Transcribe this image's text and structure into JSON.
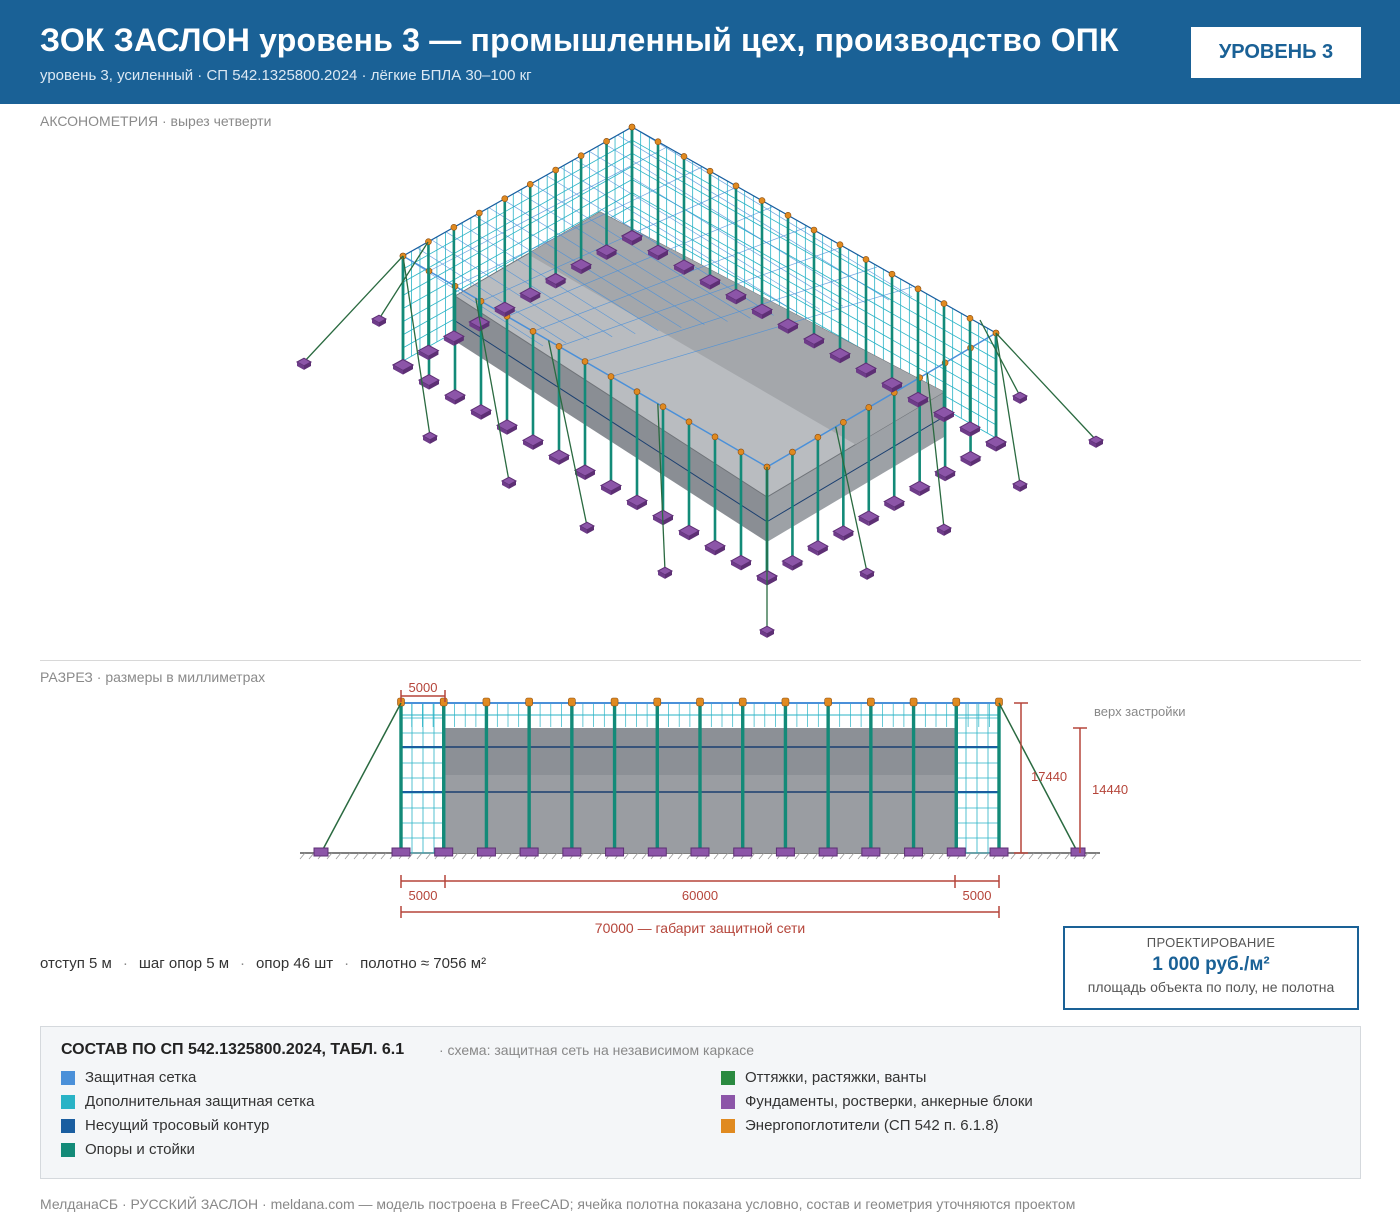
{
  "header": {
    "title": "ЗОК ЗАСЛОН уровень 3 — промышленный цех, производство ОПК",
    "subtitle": "уровень 3, усиленный · СП 542.1325800.2024 · лёгкие БПЛА 30–100 кг",
    "badge": "УРОВЕНЬ 3"
  },
  "axon": {
    "label": "АКСОНОМЕТРИЯ",
    "note": "· вырез четверти"
  },
  "section": {
    "label": "РАЗРЕЗ",
    "note": "· размеры в миллиметрах",
    "top_offset": "5000",
    "height_net": "17440",
    "height_building": "14440",
    "building_top": "верх застройки",
    "dim_left": "5000",
    "dim_mid": "60000",
    "dim_right": "5000",
    "dim_total": "70000 — габарит защитной сети"
  },
  "stats": {
    "offset": "отступ 5 м",
    "step": "шаг опор 5 м",
    "supports": "опор 46 шт",
    "area": "полотно ≈ 7056 м²"
  },
  "design": {
    "title": "ПРОЕКТИРОВАНИЕ",
    "price": "1 000 руб./м²",
    "note": "площадь объекта по полу, не полотна"
  },
  "legend": {
    "title": "СОСТАВ ПО СП 542.1325800.2024, ТАБЛ. 6.1",
    "scheme": "· схема: защитная сеть на независимом каркасе",
    "items": [
      {
        "label": "Защитная сетка",
        "color": "#4a90d9"
      },
      {
        "label": "Дополнительная защитная сетка",
        "color": "#29b3c6"
      },
      {
        "label": "Несущий тросовый контур",
        "color": "#1a5ea0"
      },
      {
        "label": "Опоры и стойки",
        "color": "#138a78"
      },
      {
        "label": "Оттяжки, растяжки, ванты",
        "color": "#2a8a40"
      },
      {
        "label": "Фундаменты, ростверки, анкерные блоки",
        "color": "#8c55a8"
      },
      {
        "label": "Энергопоглотители (СП 542 п. 6.1.8)",
        "color": "#e08a20"
      }
    ]
  },
  "footer": "МелданаСБ · РУССКИЙ ЗАСЛОН · meldana.com — модель построена в FreeCAD; ячейка полотна показана условно, состав и геометрия уточняются проектом"
}
